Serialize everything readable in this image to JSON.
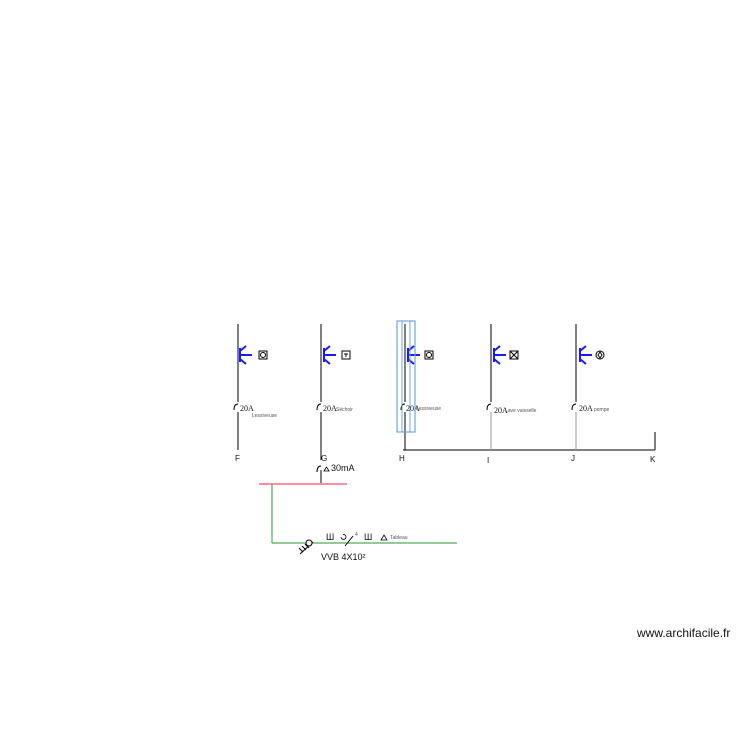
{
  "circuits": [
    {
      "letter": "F",
      "rating": "20A",
      "label": "Lessiveuse",
      "symbol": "washer-icon"
    },
    {
      "letter": "G",
      "rating": "20A",
      "label": "Séchoir",
      "symbol": "dryer-icon"
    },
    {
      "letter": "H",
      "rating": "20A",
      "label": "Lessiveuse",
      "symbol": "washer-icon"
    },
    {
      "letter": "I",
      "rating": "20A",
      "label": "Lave vaisselle",
      "symbol": "dishwasher-icon"
    },
    {
      "letter": "J",
      "rating": "20A",
      "label": "pompe",
      "symbol": "pump-icon"
    }
  ],
  "end_letter": "K",
  "differential": {
    "sensitivity": "30mA"
  },
  "supply": {
    "cable": "VVB 4X10²",
    "conductors": "4",
    "note": "Tableau"
  },
  "colors": {
    "circuit": "#1a1aff",
    "line": "#000000",
    "busbar": "#ff6680",
    "supply": "#4caf50",
    "selection": "#6fa8dc"
  },
  "watermark": "www.archifacile.fr"
}
